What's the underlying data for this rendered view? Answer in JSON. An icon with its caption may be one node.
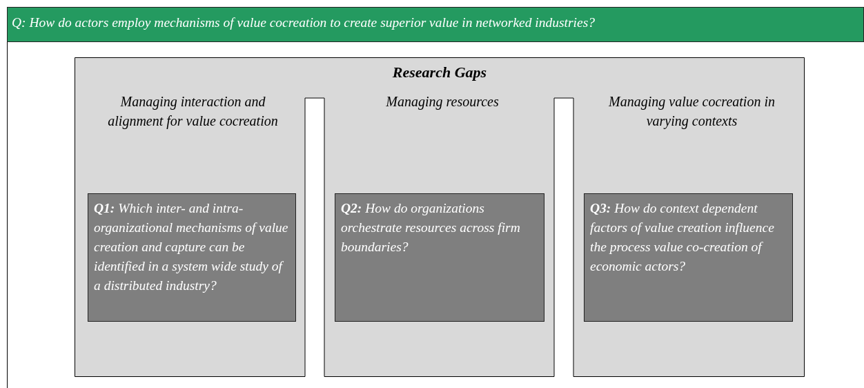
{
  "diagram": {
    "nodes": [
      {
        "text": [
          "Q: How do actors employ mechanisms of value cocreation to create superior value in networked industries?"
        ]
      },
      {
        "text": [
          "Research Gaps"
        ]
      },
      {
        "text": [
          "Managing interaction and alignment for value cocreation"
        ],
        "in": 1
      },
      {
        "text": [
          "**Q1:** Which inter- and intra-organizational mechanisms of value creation and capture can be identified in a system wide study of a distributed industry?"
        ],
        "in": 2
      },
      {
        "text": [
          "Managing resources"
        ],
        "in": 1
      },
      {
        "text": [
          "**Q2:** How do organizations orchestrate resources across firm boundaries?"
        ],
        "in": 4
      },
      {
        "text": [
          "Managing value cocreation in varying contexts"
        ],
        "in": 1
      },
      {
        "text": [
          "**Q3:** How do context dependent factors of value creation influence the process value co-creation of economic actors?"
        ],
        "in": 6
      }
    ],
    "edges": []
  }
}
